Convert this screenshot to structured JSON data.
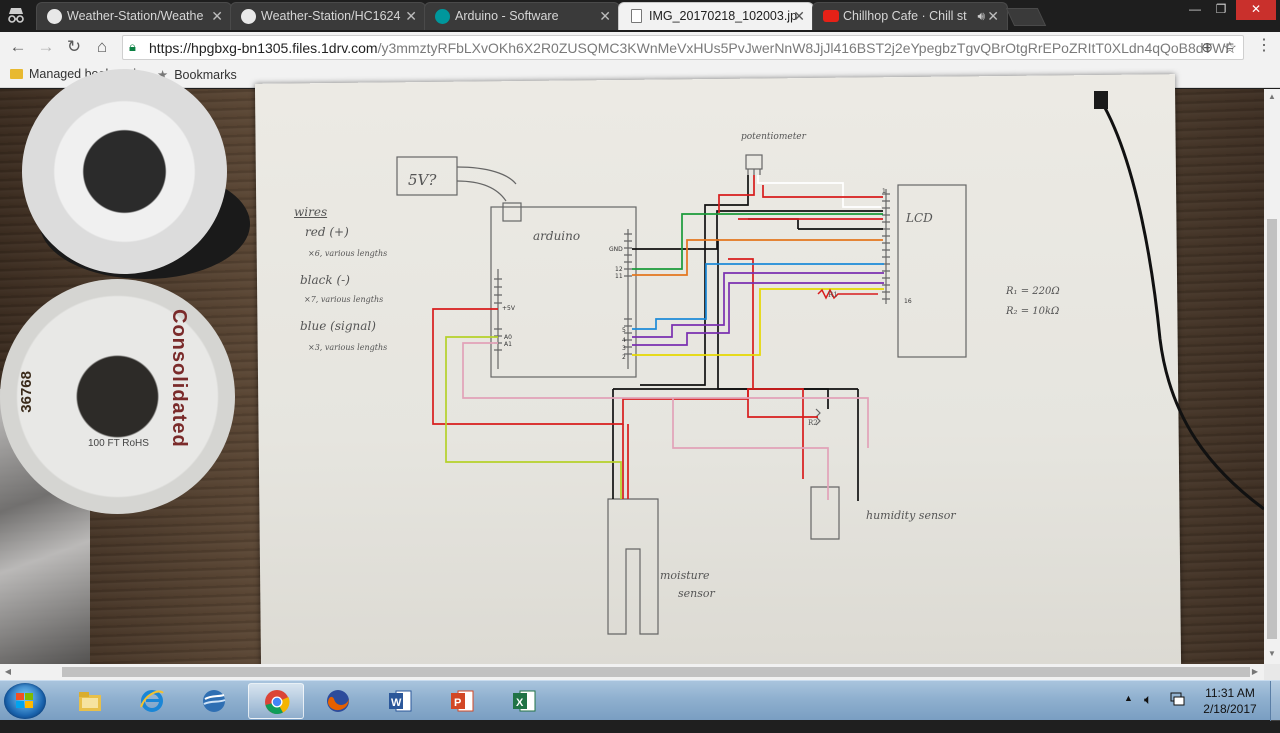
{
  "browser": {
    "tabs": [
      {
        "label": "Weather-Station/Weathe",
        "favicon": "github-icon",
        "active": false
      },
      {
        "label": "Weather-Station/HC1624",
        "favicon": "github-icon",
        "active": false
      },
      {
        "label": "Arduino - Software",
        "favicon": "arduino-icon",
        "active": false
      },
      {
        "label": "IMG_20170218_102003.jp",
        "favicon": "document-icon",
        "active": true
      },
      {
        "label": "Chillhop Cafe · Chill st",
        "favicon": "youtube-icon",
        "active": false,
        "audio": true
      }
    ],
    "url_scheme": "https://",
    "url_host": "hpgbxg-bn1305.files.1drv.com",
    "url_path": "/y3mmztyRFbLXvOKh6X2R0ZUSQMC3KWnMeVxHUs5PvJwerNnW8JjJl416BST2j2eYpegbzTgvQBrOtgRrEPoZRItT0XLdn4qQoB8dTWF",
    "bookmarks": [
      {
        "label": "Managed bookmarks",
        "icon": "folder-icon"
      },
      {
        "label": "Bookmarks",
        "icon": "star-icon"
      }
    ]
  },
  "photo": {
    "spool_brand": "Consolidated",
    "spool_number": "36768",
    "spool_length": "100 FT RoHS",
    "schematic": {
      "power_label": "5V?",
      "arduino_label": "arduino",
      "lcd_label": "LCD",
      "potentiometer_label": "potentiometer",
      "moisture_label_1": "moisture",
      "moisture_label_2": "sensor",
      "humidity_label": "humidity sensor",
      "pin_gnd": "GND",
      "pin_12": "12",
      "pin_11": "11",
      "pin_5v": "+5V",
      "pin_a0": "A0",
      "pin_a1": "A1",
      "pin_5": "5",
      "pin_4": "4",
      "pin_3": "3",
      "pin_2": "2",
      "lcd_pin_1": "1",
      "lcd_pin_16": "16",
      "r1_label": "R1",
      "r2_label": "R2",
      "res_r1": "R₁ = 220Ω",
      "res_r2": "R₂ = 10kΩ",
      "wires_title": "wires",
      "wires_red": "red (+)",
      "wires_red_sub": "×6, various lengths",
      "wires_black": "black (-)",
      "wires_black_sub": "×7, various lengths",
      "wires_blue": "blue (signal)",
      "wires_blue_sub": "×3, various lengths"
    }
  },
  "taskbar": {
    "apps": [
      {
        "name": "explorer",
        "icon": "folder-icon"
      },
      {
        "name": "internet-explorer",
        "icon": "ie-icon"
      },
      {
        "name": "google-earth",
        "icon": "globe-icon"
      },
      {
        "name": "chrome",
        "icon": "chrome-icon",
        "active": true
      },
      {
        "name": "firefox",
        "icon": "firefox-icon"
      },
      {
        "name": "word",
        "icon": "word-icon"
      },
      {
        "name": "powerpoint",
        "icon": "powerpoint-icon"
      },
      {
        "name": "excel",
        "icon": "excel-icon"
      }
    ],
    "time": "11:31 AM",
    "date": "2/18/2017"
  },
  "colors": {
    "wire_red": "#d81d1d",
    "wire_black": "#111111",
    "wire_green": "#1a9a3a",
    "wire_orange": "#e3761e",
    "wire_blue": "#1d8ad8",
    "wire_purple": "#7a2fb0",
    "wire_yellow": "#e6d800",
    "wire_pink": "#e2a2b8",
    "wire_white": "#ffffff",
    "wire_yellowgreen": "#b5d12a"
  }
}
